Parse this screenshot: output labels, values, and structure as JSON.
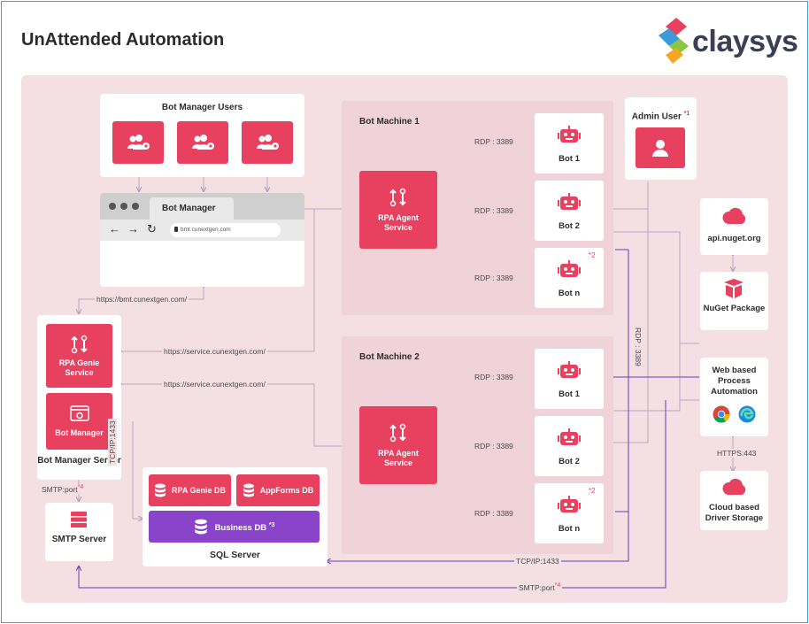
{
  "title": "UnAttended Automation",
  "logo": {
    "text": "claysys"
  },
  "colors": {
    "accent": "#e8405f",
    "purple": "#8a44c9",
    "panel_bg": "#f4dfe3",
    "machine_bg": "#efd3d9",
    "line_gray": "#b7a9c4",
    "line_purple": "#6a3bb0"
  },
  "bot_manager_users": {
    "title": "Bot Manager Users"
  },
  "browser": {
    "tab": "Bot Manager",
    "url": "bmt.cunextgen.com"
  },
  "bot_manager_server": {
    "genie": "RPA Genie Service",
    "bot_manager": "Bot Manager",
    "label": "Bot Manager Server"
  },
  "smtp": {
    "label": "SMTP Server",
    "edge": "SMTP:port",
    "edge_sup": "*4"
  },
  "sql": {
    "genie_db": "RPA Genie DB",
    "appforms_db": "AppForms DB",
    "business_db": "Business DB",
    "business_sup": "*3",
    "label": "SQL Server",
    "edge": "TCP/IP:1433"
  },
  "machine1": {
    "title": "Bot Machine 1",
    "agent": "RPA Agent Service",
    "bots": [
      "Bot 1",
      "Bot 2",
      "Bot n"
    ],
    "rdp": "RDP : 3389",
    "botn_sup": "*2"
  },
  "machine2": {
    "title": "Bot Machine 2",
    "agent": "RPA Agent Service",
    "bots": [
      "Bot 1",
      "Bot 2",
      "Bot n"
    ],
    "rdp": "RDP : 3389",
    "botn_sup": "*2"
  },
  "admin": {
    "label": "Admin User",
    "sup": "*1"
  },
  "right": {
    "api": "api.nuget.org",
    "nuget": "NuGet Package",
    "web": "Web based Process Automation",
    "cloud": "Cloud based Driver Storage",
    "https": "HTTPS:443"
  },
  "edges": {
    "bmt": "https://bmt.cunextgen.com/",
    "service1": "https://service.cunextgen.com/",
    "service2": "https://service.cunextgen.com/",
    "rdp_vertical": "RDP : 3389",
    "tcp_bottom": "TCP/IP:1433",
    "smtp_bottom": "SMTP:port",
    "smtp_bottom_sup": "*4"
  }
}
